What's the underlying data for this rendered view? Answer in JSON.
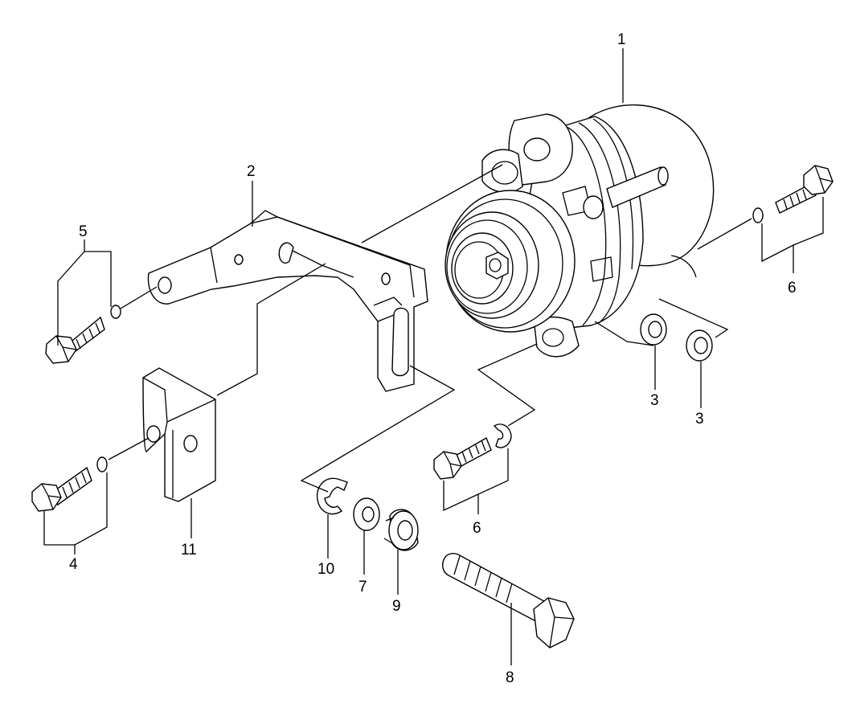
{
  "diagram": {
    "type": "exploded-parts-diagram",
    "callouts": {
      "c1": "1",
      "c2": "2",
      "c3a": "3",
      "c3b": "3",
      "c4": "4",
      "c5": "5",
      "c6a": "6",
      "c6b": "6",
      "c7": "7",
      "c8": "8",
      "c9": "9",
      "c10": "10",
      "c11": "11"
    },
    "parts": [
      {
        "callout": "1",
        "icon": "alternator-icon"
      },
      {
        "callout": "2",
        "icon": "mounting-bracket-icon"
      },
      {
        "callout": "3",
        "icon": "washer-icon"
      },
      {
        "callout": "4",
        "icon": "bolt-icon"
      },
      {
        "callout": "5",
        "icon": "bolt-icon"
      },
      {
        "callout": "6",
        "icon": "bolt-icon"
      },
      {
        "callout": "7",
        "icon": "washer-icon"
      },
      {
        "callout": "8",
        "icon": "long-bolt-icon"
      },
      {
        "callout": "9",
        "icon": "bushing-icon"
      },
      {
        "callout": "10",
        "icon": "e-clip-icon"
      },
      {
        "callout": "11",
        "icon": "plate-bracket-icon"
      }
    ]
  }
}
